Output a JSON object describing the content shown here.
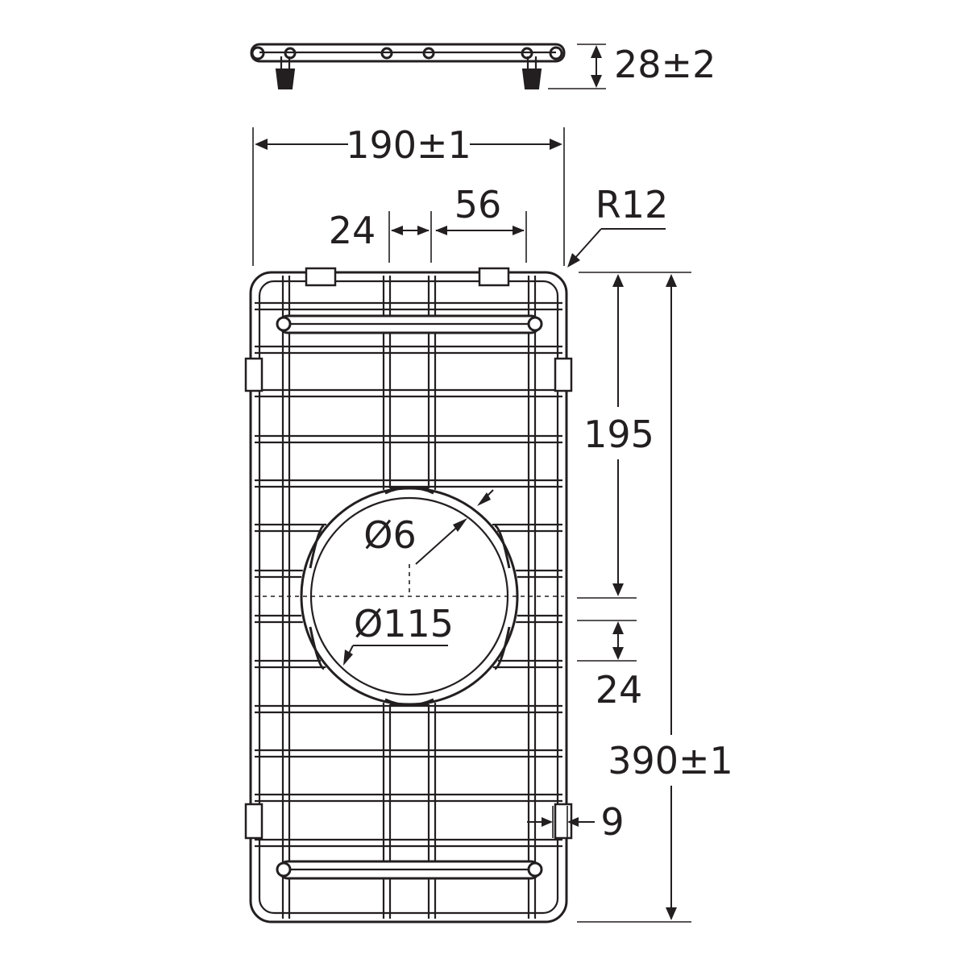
{
  "dimensions": {
    "height": "28±2",
    "overall_width": "190±1",
    "center_gap": "24",
    "wire_spacing": "56",
    "corner_radius": "R12",
    "center_offset": "195",
    "hole_diameter": "Ø115",
    "wire_diameter": "Ø6",
    "cross_wire_pitch": "24",
    "overall_length": "390±1",
    "foot_width": "9"
  },
  "colors": {
    "line": "#231f20",
    "background": "#ffffff"
  }
}
